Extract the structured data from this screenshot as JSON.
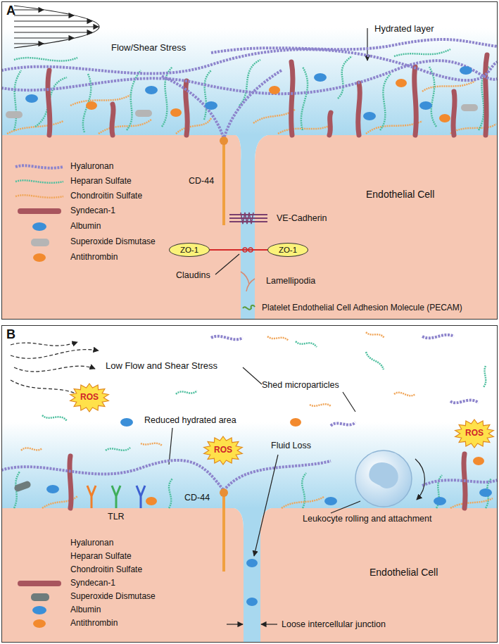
{
  "diagram": {
    "nodes": [
      {
        "text": [
          "A"
        ]
      },
      {
        "text": [
          "ZO-1"
        ],
        "in": 0
      },
      {
        "text": [
          "ZO-1"
        ],
        "in": 0
      },
      {
        "text": [
          "B"
        ]
      },
      {
        "text": [
          "ROS"
        ],
        "in": 3
      },
      {
        "text": [
          "ROS"
        ],
        "in": 3
      },
      {
        "text": [
          "ROS"
        ],
        "in": 3
      }
    ],
    "edges": [
      {
        "from": 1,
        "to": 2,
        "arrow": "none"
      }
    ],
    "labels": [
      "Flow/Shear Stress",
      "Hydrated layer",
      "CD-44",
      "VE-Cadherin",
      "Claudins",
      "Lamellipodia",
      "Platelet Endothelial Cell Adhesion Molecule (PECAM)",
      "Endothelial Cell",
      "Low Flow and Shear Stress",
      "Shed microparticles",
      "Reduced hydrated area",
      "Fluid Loss",
      "TLR",
      "CD-44",
      "Leukocyte rolling and attachment",
      "Endothelial Cell",
      "Loose intercellular junction"
    ],
    "legend": [
      {
        "text": "Hyaluronan"
      },
      {
        "text": "Heparan Sulfate"
      },
      {
        "text": "Chondroitin Sulfate"
      },
      {
        "text": "Syndecan-1",
        "color": "#a8555e"
      },
      {
        "text": "Albumin",
        "color": "#3b8fd8"
      },
      {
        "text": "Superoxide Dismutase",
        "color": "#b5b5b5"
      },
      {
        "text": "Antithrombin",
        "color": "#f28a2e"
      },
      {
        "text": "Hyaluronan"
      },
      {
        "text": "Heparan Sulfate"
      },
      {
        "text": "Chondroitin Sulfate"
      },
      {
        "text": "Syndecan-1",
        "color": "#a8555e"
      },
      {
        "text": "Superoxide Dismutase",
        "color": "#6e7c7c"
      },
      {
        "text": "Albumin",
        "color": "#3b8fd8"
      },
      {
        "text": "Antithrombin",
        "color": "#f28a2e"
      }
    ]
  }
}
